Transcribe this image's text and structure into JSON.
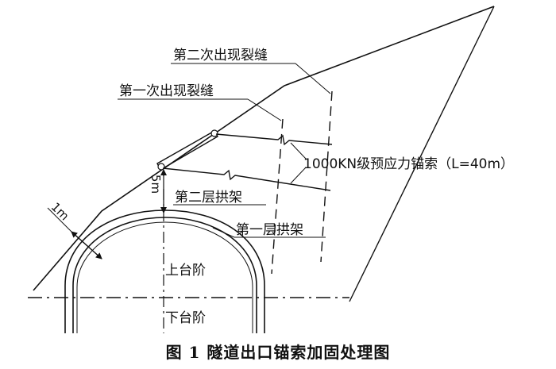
{
  "labels": {
    "crack_second": "第二次出现裂缝",
    "crack_first": "第一次出现裂缝",
    "anchor": "1000KN级预应力锚索（L=40m）",
    "arch_second": "第二层拱架",
    "arch_first": "第一层拱架",
    "upper_bench": "上台阶",
    "lower_bench": "下台阶",
    "dim_5m": "5m",
    "dim_1m": "1m"
  },
  "caption": "图 1  隧道出口锚索加固处理图"
}
